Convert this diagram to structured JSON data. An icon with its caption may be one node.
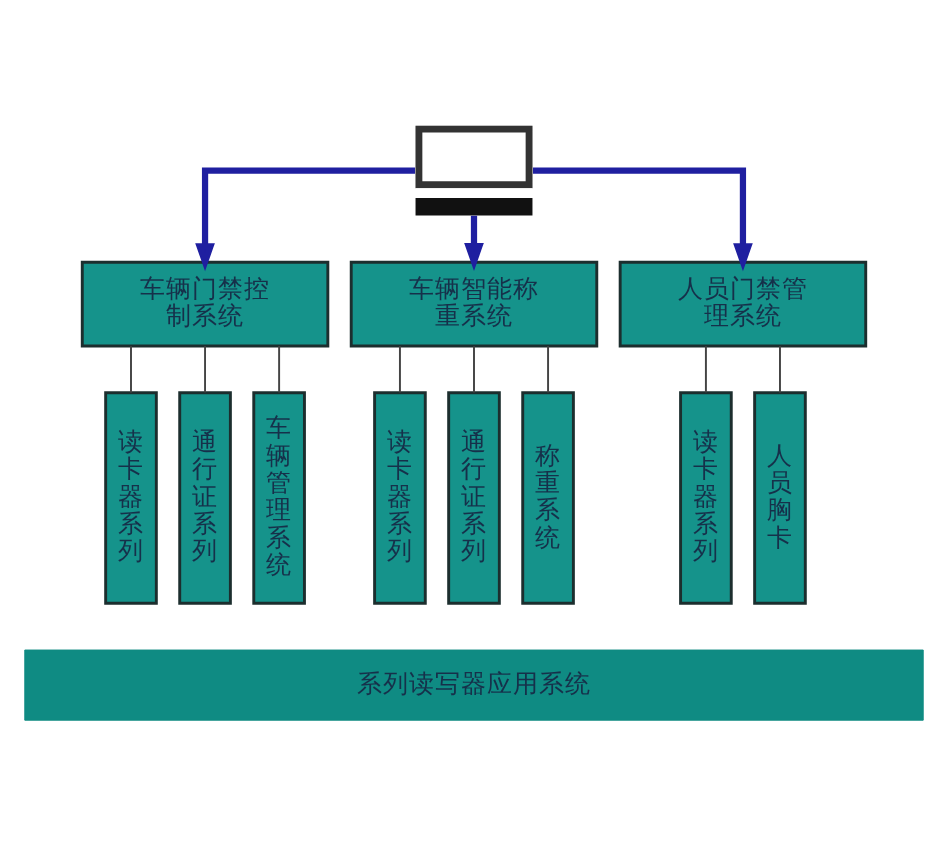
{
  "diagram": {
    "nodes": [
      {
        "text": [],
        "shape": "picture"
      },
      {
        "text": [
          "车辆门禁控制系统"
        ]
      },
      {
        "text": [
          "车辆智能称重系统"
        ]
      },
      {
        "text": [
          "人员门禁管理系统"
        ]
      },
      {
        "text": [
          "读卡器系列"
        ]
      },
      {
        "text": [
          "通行证系列"
        ]
      },
      {
        "text": [
          "车辆管理系统"
        ]
      },
      {
        "text": [
          "读卡器系列"
        ]
      },
      {
        "text": [
          "通行证系列"
        ]
      },
      {
        "text": [
          "称重系统"
        ]
      },
      {
        "text": [
          "读卡器系列"
        ]
      },
      {
        "text": [
          "人员胸卡"
        ]
      },
      {
        "text": [
          "系列读写器应用系统"
        ]
      }
    ],
    "edges": [
      {
        "from": 0,
        "to": 1,
        "arrow": "to",
        "style": "thick",
        "color": "#1f1fa0"
      },
      {
        "from": 0,
        "to": 2,
        "arrow": "to",
        "style": "thick",
        "color": "#1f1fa0"
      },
      {
        "from": 0,
        "to": 3,
        "arrow": "to",
        "style": "thick",
        "color": "#1f1fa0"
      },
      {
        "from": 1,
        "to": 4,
        "arrow": "none"
      },
      {
        "from": 1,
        "to": 5,
        "arrow": "none"
      },
      {
        "from": 1,
        "to": 6,
        "arrow": "none"
      },
      {
        "from": 2,
        "to": 7,
        "arrow": "none"
      },
      {
        "from": 2,
        "to": 8,
        "arrow": "none"
      },
      {
        "from": 2,
        "to": 9,
        "arrow": "none"
      },
      {
        "from": 3,
        "to": 10,
        "arrow": "none"
      },
      {
        "from": 3,
        "to": 11,
        "arrow": "none"
      }
    ]
  }
}
